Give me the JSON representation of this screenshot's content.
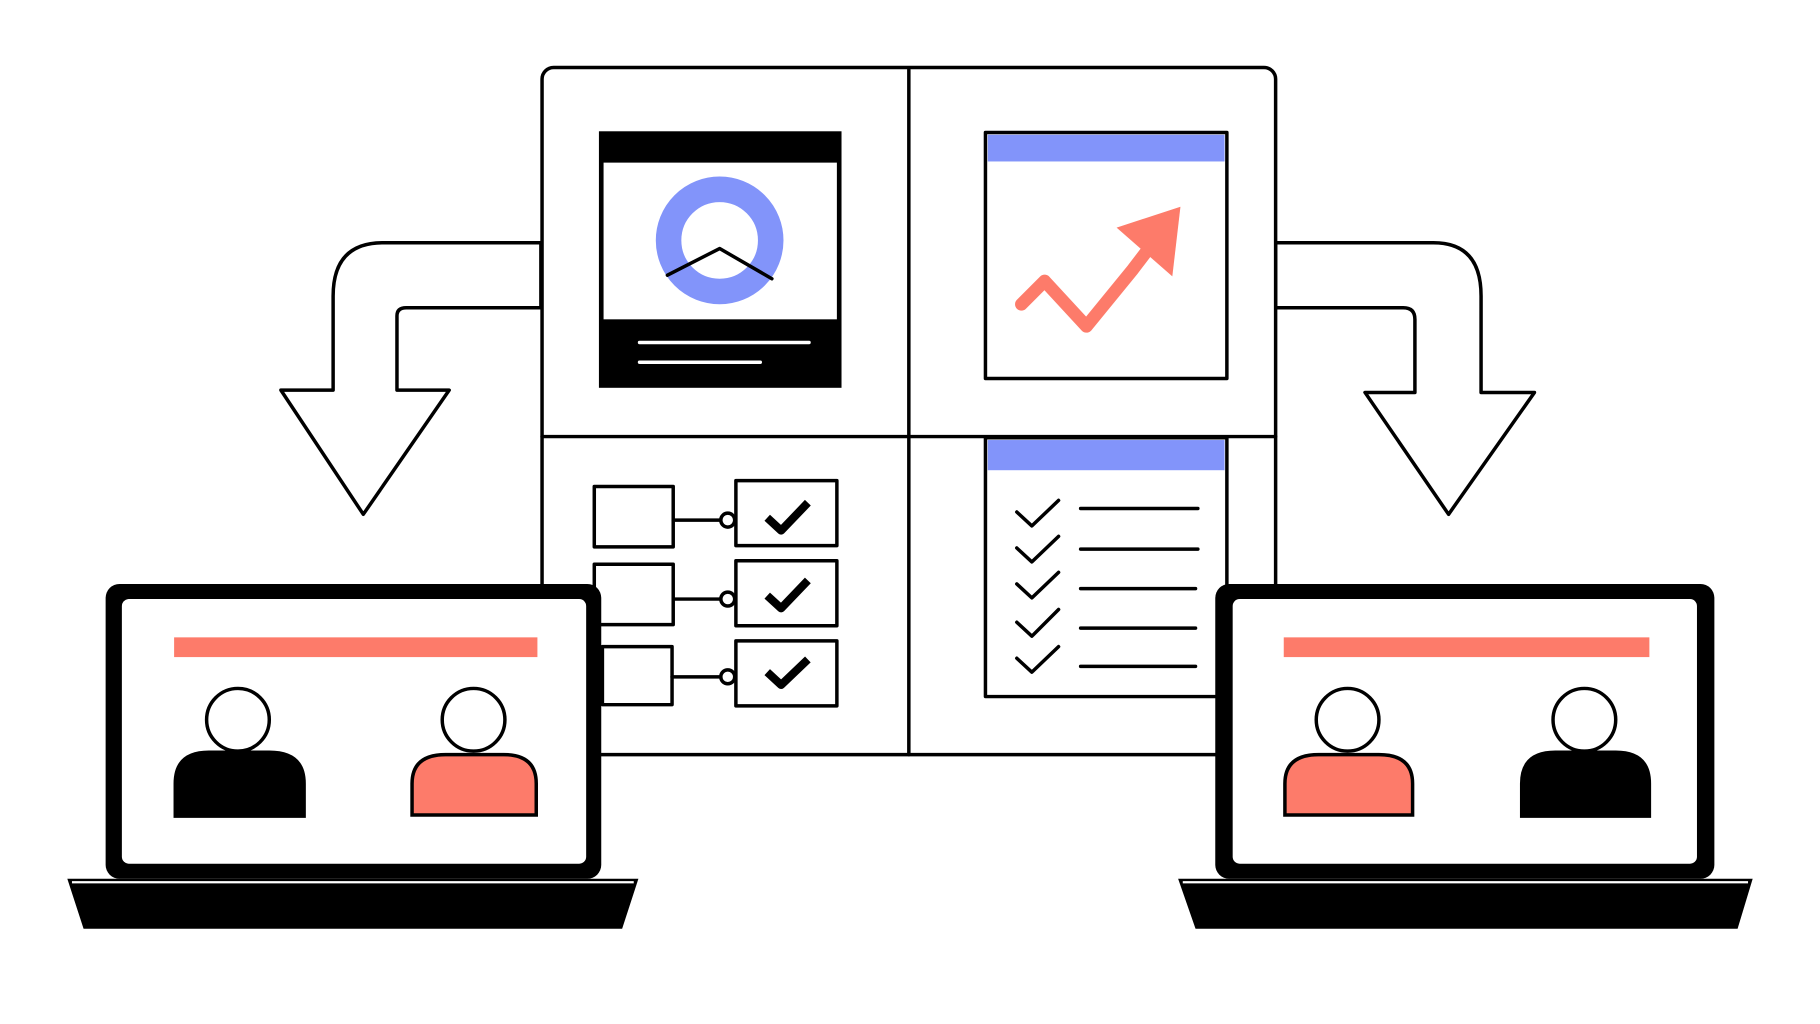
{
  "colors": {
    "accent_blue": "#8294fa",
    "accent_coral": "#fd7b6a",
    "ink": "#000000",
    "background": "#ffffff"
  },
  "icons": [
    "dashboard-panel",
    "donut-chart",
    "trend-arrow",
    "flowchart",
    "checklist",
    "laptop",
    "user-avatar",
    "curved-arrow-down"
  ]
}
